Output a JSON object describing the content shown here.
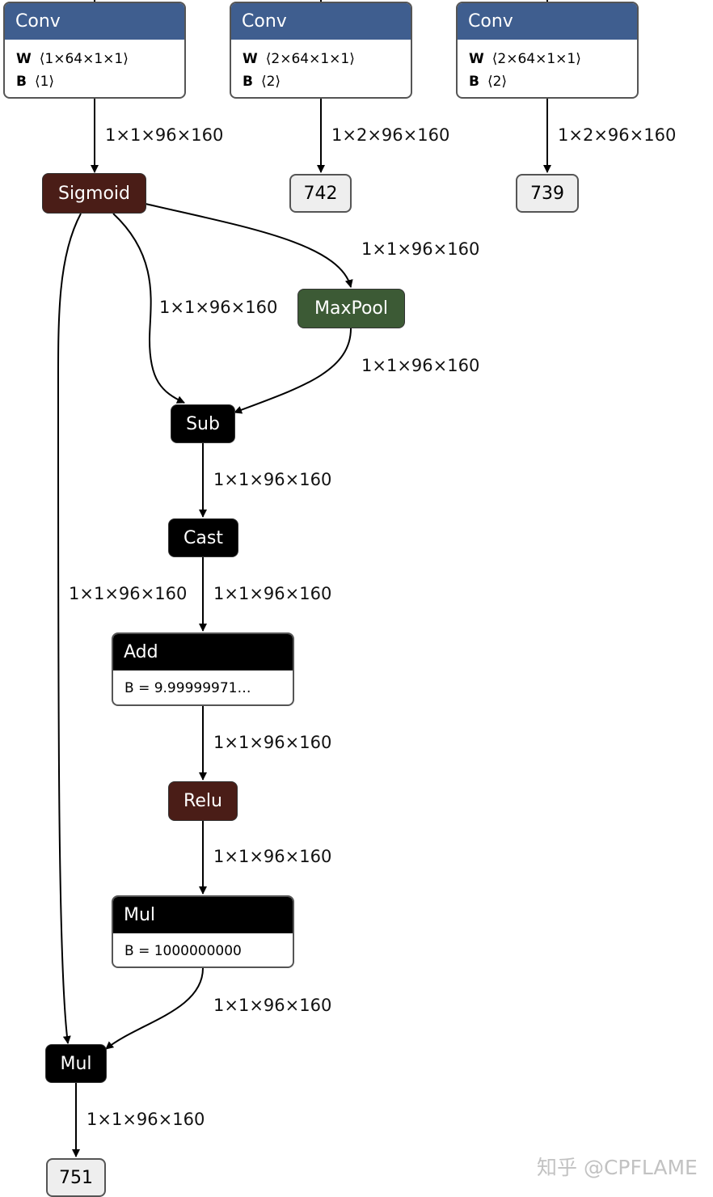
{
  "nodes": {
    "conv1": {
      "title": "Conv",
      "w_label": "W",
      "w_value": "⟨1×64×1×1⟩",
      "b_label": "B",
      "b_value": "⟨1⟩"
    },
    "conv2": {
      "title": "Conv",
      "w_label": "W",
      "w_value": "⟨2×64×1×1⟩",
      "b_label": "B",
      "b_value": "⟨2⟩"
    },
    "conv3": {
      "title": "Conv",
      "w_label": "W",
      "w_value": "⟨2×64×1×1⟩",
      "b_label": "B",
      "b_value": "⟨2⟩"
    },
    "out742": "742",
    "out739": "739",
    "sigmoid": "Sigmoid",
    "maxpool": "MaxPool",
    "sub": "Sub",
    "cast": "Cast",
    "add": {
      "title": "Add",
      "attr": "B = 9.99999971…"
    },
    "relu": "Relu",
    "mul1": {
      "title": "Mul",
      "attr": "B = 1000000000"
    },
    "mul2": "Mul",
    "out751": "751"
  },
  "edge_labels": {
    "conv1_sigmoid": "1×1×96×160",
    "conv2_742": "1×2×96×160",
    "conv3_739": "1×2×96×160",
    "sigmoid_maxpool": "1×1×96×160",
    "sigmoid_sub": "1×1×96×160",
    "maxpool_sub": "1×1×96×160",
    "sub_cast": "1×1×96×160",
    "sigmoid_mul": "1×1×96×160",
    "cast_add": "1×1×96×160",
    "add_relu": "1×1×96×160",
    "relu_mul": "1×1×96×160",
    "mul_mul": "1×1×96×160",
    "mul_751": "1×1×96×160"
  },
  "watermark": "知乎 @CPFLAME",
  "colors": {
    "conv_header": "#3f5e8f",
    "activation": "#4a1d17",
    "pool": "#3c5a35",
    "op": "#000000",
    "output_fill": "#eeeeee"
  }
}
